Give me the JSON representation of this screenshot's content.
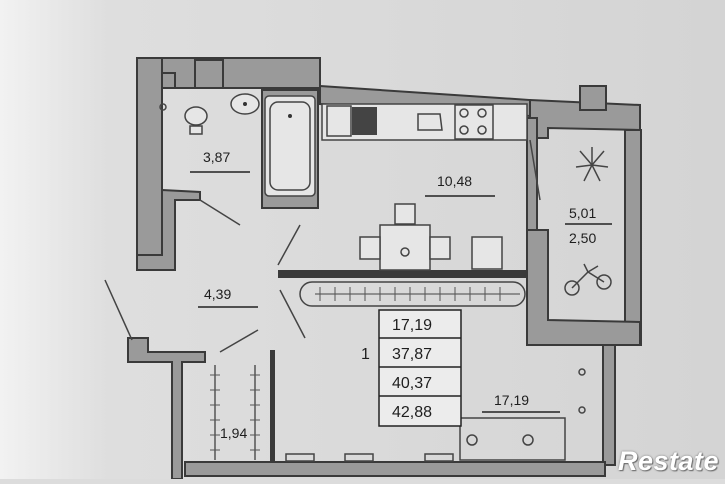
{
  "rooms": {
    "bathroom": "3,87",
    "kitchen": "10,48",
    "balcony_full": "5,01",
    "balcony_reduced": "2,50",
    "hall": "4,39",
    "storage": "1,94",
    "living": "17,19"
  },
  "summary": {
    "rooms_count": "1",
    "living_area": "17,19",
    "total_area": "37,87",
    "total_with_balcony": "40,37",
    "total_full": "42,88"
  },
  "brand": "Restate",
  "colors": {
    "paper": "#dcdcdc",
    "wall": "#3a3a3a",
    "wall_fill": "#9a9a9a"
  }
}
